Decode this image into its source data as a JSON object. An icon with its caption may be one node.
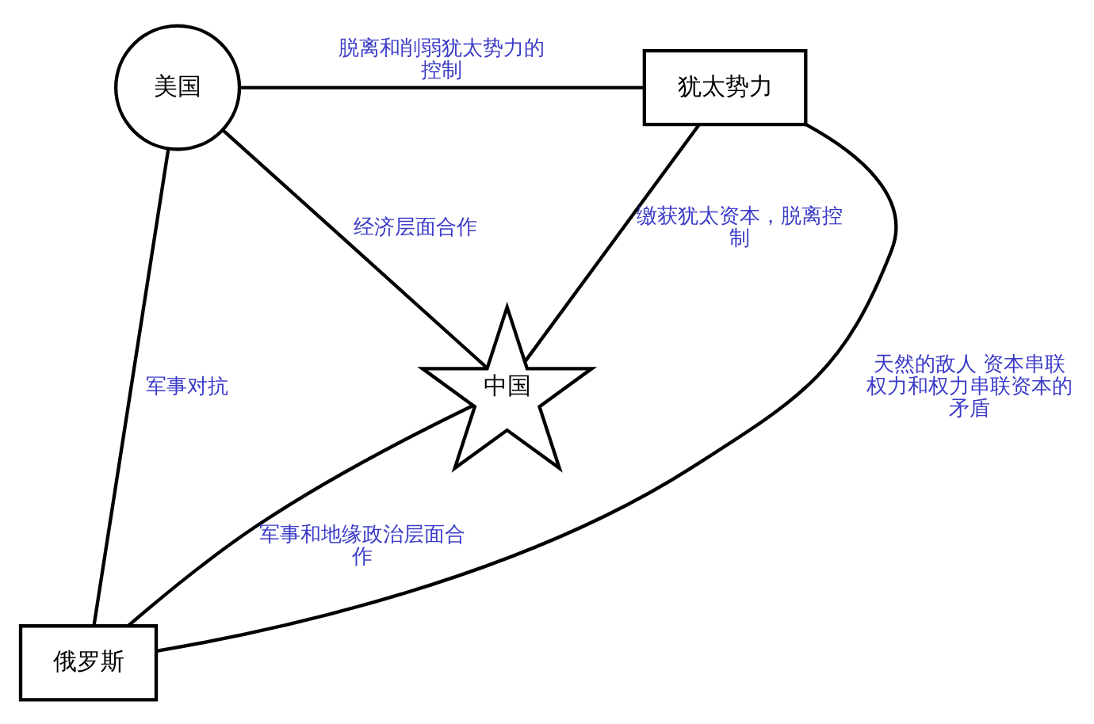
{
  "diagram": {
    "nodes": [
      {
        "text": [
          "美国"
        ]
      },
      {
        "text": [
          "犹太势力"
        ]
      },
      {
        "text": [
          "中国"
        ]
      },
      {
        "text": [
          "俄罗斯"
        ]
      }
    ],
    "edges": [
      {
        "from": 0,
        "to": 1,
        "arrow": "none",
        "label": "脱离和削弱犹太势力的控制"
      },
      {
        "from": 0,
        "to": 2,
        "arrow": "none",
        "label": "经济层面合作"
      },
      {
        "from": 1,
        "to": 2,
        "arrow": "none",
        "label": "缴获犹太资本，脱离控制"
      },
      {
        "from": 0,
        "to": 3,
        "arrow": "none",
        "label": "军事对抗"
      },
      {
        "from": 3,
        "to": 2,
        "arrow": "none",
        "label": "军事和地缘政治层面合作"
      },
      {
        "from": 3,
        "to": 1,
        "arrow": "none",
        "label": "天然的敌人 资本串联权力和权力串联资本的矛盾"
      }
    ]
  }
}
